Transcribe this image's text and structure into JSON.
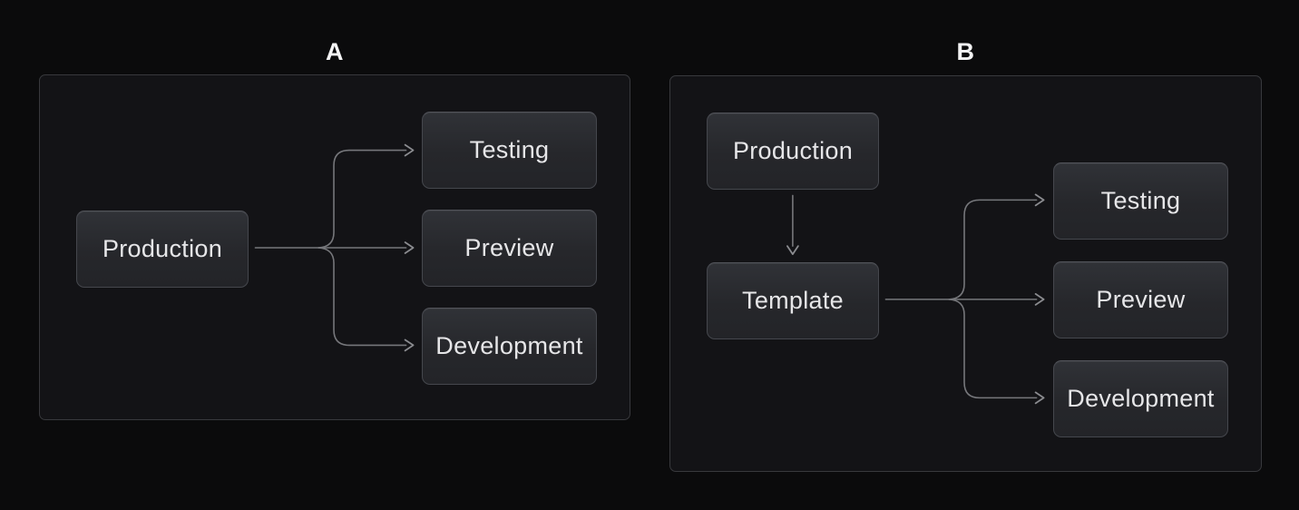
{
  "colors": {
    "background": "#0b0b0c",
    "panel_background": "#131316",
    "panel_border": "#38393d",
    "node_fill_top": "#303237",
    "node_fill_bottom": "#232428",
    "node_border": "#45474d",
    "node_text": "#e6e6e8",
    "connector": "#76777b",
    "label_text": "#f4f4f5"
  },
  "diagrams": [
    {
      "label": "A",
      "nodes": {
        "production": {
          "label": "Production"
        },
        "testing": {
          "label": "Testing"
        },
        "preview": {
          "label": "Preview"
        },
        "development": {
          "label": "Development"
        }
      },
      "edges": [
        {
          "from": "production",
          "to": "testing"
        },
        {
          "from": "production",
          "to": "preview"
        },
        {
          "from": "production",
          "to": "development"
        }
      ]
    },
    {
      "label": "B",
      "nodes": {
        "production": {
          "label": "Production"
        },
        "template": {
          "label": "Template"
        },
        "testing": {
          "label": "Testing"
        },
        "preview": {
          "label": "Preview"
        },
        "development": {
          "label": "Development"
        }
      },
      "edges": [
        {
          "from": "production",
          "to": "template"
        },
        {
          "from": "template",
          "to": "testing"
        },
        {
          "from": "template",
          "to": "preview"
        },
        {
          "from": "template",
          "to": "development"
        }
      ]
    }
  ]
}
